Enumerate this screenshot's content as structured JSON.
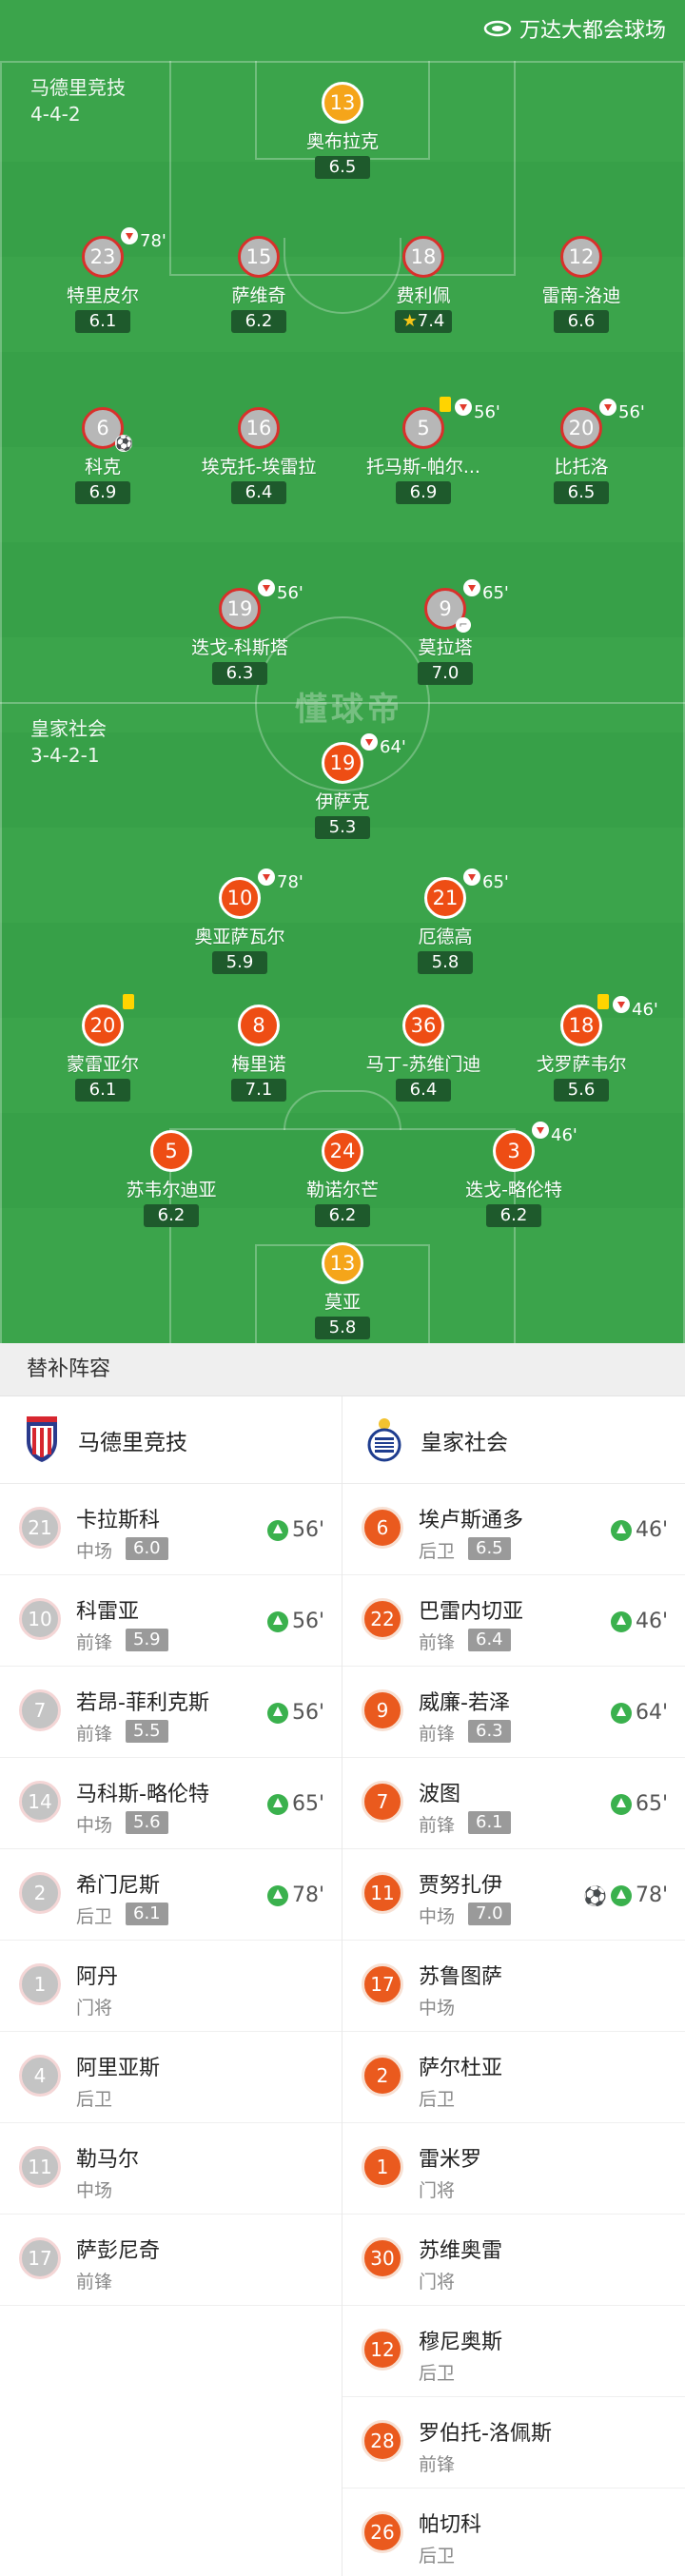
{
  "venue": "万达大都会球场",
  "home": {
    "name": "马德里竞技",
    "formation": "4-4-2",
    "players": [
      {
        "num": "13",
        "name": "奥布拉克",
        "rating": "6.5",
        "gk": true
      },
      {
        "num": "23",
        "name": "特里皮尔",
        "rating": "6.1",
        "out": "78'"
      },
      {
        "num": "15",
        "name": "萨维奇",
        "rating": "6.2"
      },
      {
        "num": "18",
        "name": "费利佩",
        "rating": "7.4",
        "star": true
      },
      {
        "num": "12",
        "name": "雷南-洛迪",
        "rating": "6.6"
      },
      {
        "num": "6",
        "name": "科克",
        "rating": "6.9",
        "ball": true
      },
      {
        "num": "16",
        "name": "埃克托-埃雷拉",
        "rating": "6.4"
      },
      {
        "num": "5",
        "name": "托马斯-帕尔...",
        "rating": "6.9",
        "out": "56'",
        "yellow": true
      },
      {
        "num": "20",
        "name": "比托洛",
        "rating": "6.5",
        "out": "56'"
      },
      {
        "num": "19",
        "name": "迭戈-科斯塔",
        "rating": "6.3",
        "out": "56'"
      },
      {
        "num": "9",
        "name": "莫拉塔",
        "rating": "7.0",
        "out": "65'",
        "boot": true
      }
    ]
  },
  "away": {
    "name": "皇家社会",
    "formation": "3-4-2-1",
    "players": [
      {
        "num": "19",
        "name": "伊萨克",
        "rating": "5.3",
        "out": "64'"
      },
      {
        "num": "10",
        "name": "奥亚萨瓦尔",
        "rating": "5.9",
        "out": "78'"
      },
      {
        "num": "21",
        "name": "厄德高",
        "rating": "5.8",
        "out": "65'"
      },
      {
        "num": "20",
        "name": "蒙雷亚尔",
        "rating": "6.1",
        "yellow": true
      },
      {
        "num": "8",
        "name": "梅里诺",
        "rating": "7.1"
      },
      {
        "num": "36",
        "name": "马丁-苏维门迪",
        "rating": "6.4"
      },
      {
        "num": "18",
        "name": "戈罗萨韦尔",
        "rating": "5.6",
        "out": "46'",
        "yellow": true
      },
      {
        "num": "5",
        "name": "苏韦尔迪亚",
        "rating": "6.2"
      },
      {
        "num": "24",
        "name": "勒诺尔芒",
        "rating": "6.2"
      },
      {
        "num": "3",
        "name": "迭戈-略伦特",
        "rating": "6.2",
        "out": "46'"
      },
      {
        "num": "13",
        "name": "莫亚",
        "rating": "5.8",
        "gk": true
      }
    ]
  },
  "watermark": "懂球帝",
  "subs_title": "替补阵容",
  "home_subs": [
    {
      "num": "21",
      "name": "卡拉斯科",
      "pos": "中场",
      "rating": "6.0",
      "in": "56'"
    },
    {
      "num": "10",
      "name": "科雷亚",
      "pos": "前锋",
      "rating": "5.9",
      "in": "56'"
    },
    {
      "num": "7",
      "name": "若昂-菲利克斯",
      "pos": "前锋",
      "rating": "5.5",
      "in": "56'"
    },
    {
      "num": "14",
      "name": "马科斯-略伦特",
      "pos": "中场",
      "rating": "5.6",
      "in": "65'"
    },
    {
      "num": "2",
      "name": "希门尼斯",
      "pos": "后卫",
      "rating": "6.1",
      "in": "78'"
    },
    {
      "num": "1",
      "name": "阿丹",
      "pos": "门将"
    },
    {
      "num": "4",
      "name": "阿里亚斯",
      "pos": "后卫"
    },
    {
      "num": "11",
      "name": "勒马尔",
      "pos": "中场"
    },
    {
      "num": "17",
      "name": "萨彭尼奇",
      "pos": "前锋"
    }
  ],
  "away_subs": [
    {
      "num": "6",
      "name": "埃卢斯通多",
      "pos": "后卫",
      "rating": "6.5",
      "in": "46'"
    },
    {
      "num": "22",
      "name": "巴雷内切亚",
      "pos": "前锋",
      "rating": "6.4",
      "in": "46'"
    },
    {
      "num": "9",
      "name": "威廉-若泽",
      "pos": "前锋",
      "rating": "6.3",
      "in": "64'"
    },
    {
      "num": "7",
      "name": "波图",
      "pos": "前锋",
      "rating": "6.1",
      "in": "65'"
    },
    {
      "num": "11",
      "name": "贾努扎伊",
      "pos": "中场",
      "rating": "7.0",
      "in": "78'",
      "goal": true
    },
    {
      "num": "17",
      "name": "苏鲁图萨",
      "pos": "中场"
    },
    {
      "num": "2",
      "name": "萨尔杜亚",
      "pos": "后卫"
    },
    {
      "num": "1",
      "name": "雷米罗",
      "pos": "门将"
    },
    {
      "num": "30",
      "name": "苏维奥雷",
      "pos": "门将"
    },
    {
      "num": "12",
      "name": "穆尼奥斯",
      "pos": "后卫"
    },
    {
      "num": "28",
      "name": "罗伯托-洛佩斯",
      "pos": "前锋"
    },
    {
      "num": "26",
      "name": "帕切科",
      "pos": "后卫"
    }
  ]
}
